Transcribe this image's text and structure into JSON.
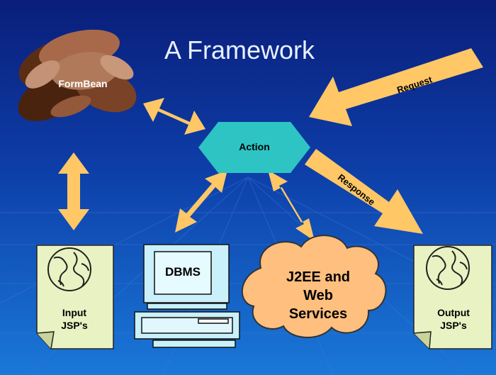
{
  "title": "A Framework",
  "nodes": {
    "formbean": "FormBean",
    "action": "Action",
    "dbms": "DBMS",
    "j2ee_line1": "J2EE and",
    "j2ee_line2": "Web",
    "j2ee_line3": "Services",
    "input_line1": "Input",
    "input_line2": "JSP's",
    "output_line1": "Output",
    "output_line2": "JSP's"
  },
  "arrows": {
    "request": "Request",
    "response": "Response"
  },
  "colors": {
    "arrow": "#ffc766",
    "action": "#2ec4c4",
    "cloud": "#ffbf7f",
    "page": "#e9f2c2",
    "monitor": "#c9f0fb"
  }
}
